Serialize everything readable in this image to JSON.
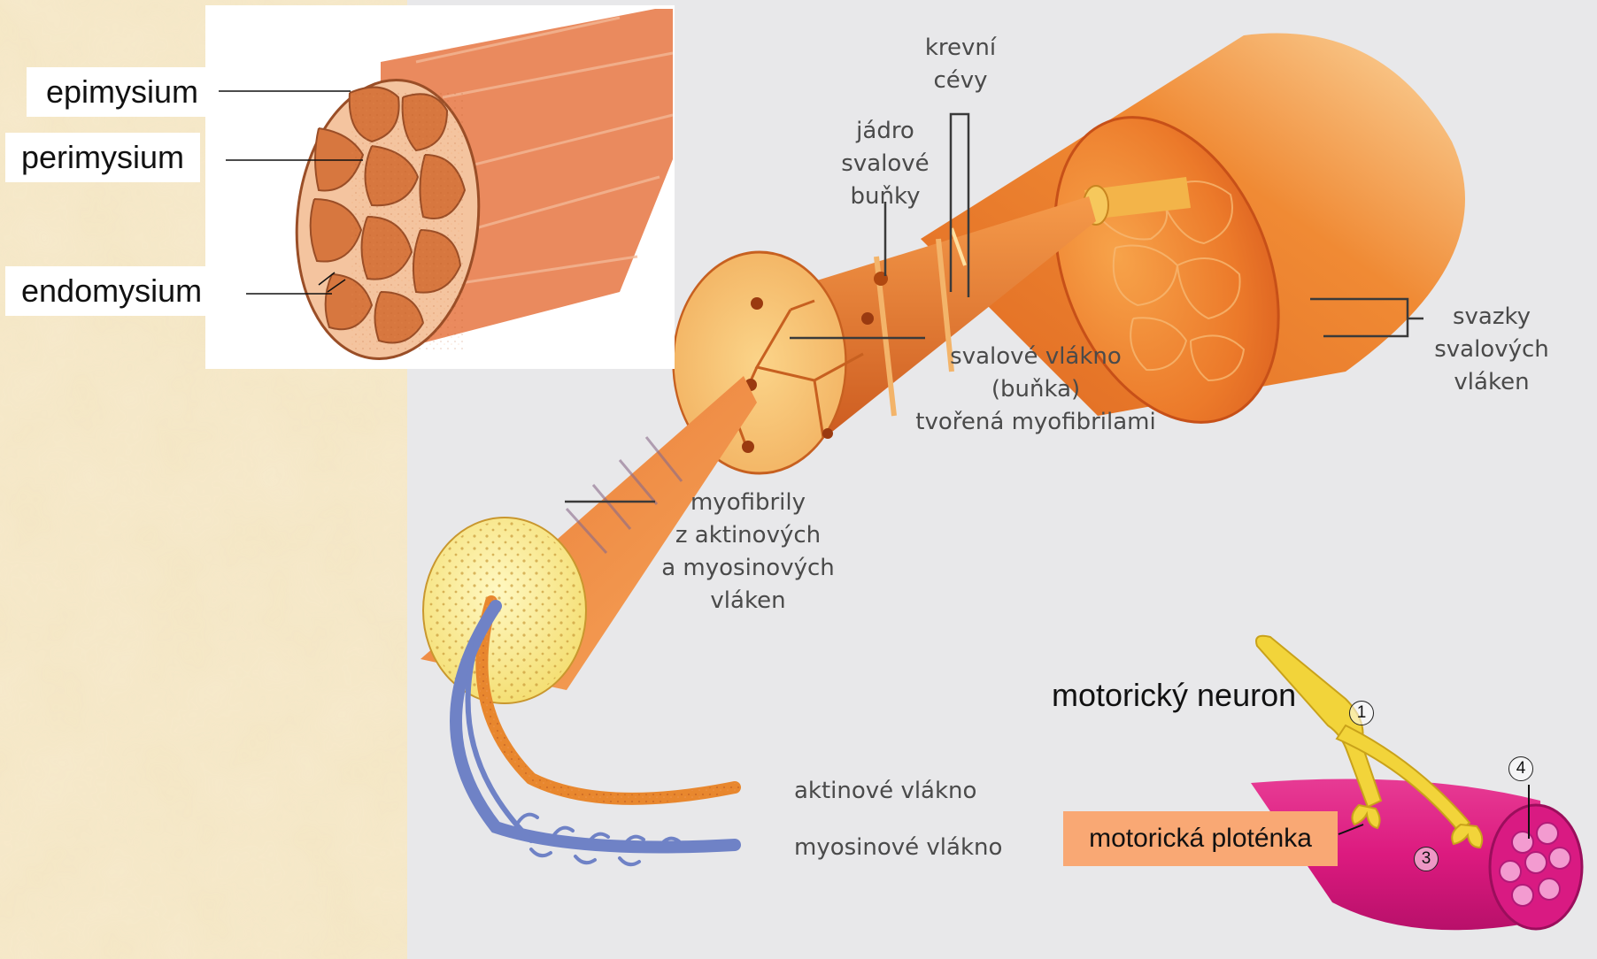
{
  "inset_labels": {
    "epimysium": "epimysium",
    "perimysium": "perimysium",
    "endomysium": "endomysium"
  },
  "main_labels": {
    "krevni_cevy": "krevní\ncévy",
    "jadro": "jádro\nsvalové\nbuňky",
    "svalove_vlakno": "svalové vlákno\n(buňka)\ntvořená myofibrilami",
    "svazky": "svazky\nsvalových\nvláken",
    "myofibrily": "myofibrily\nz aktinových\na myosinových\nvláken",
    "aktinove": "aktinové vlákno",
    "myosinove": "myosinové vlákno"
  },
  "neuron": {
    "motoricky_neuron": "motorický neuron",
    "motoricka_plotenka": "motorická ploténka",
    "markers": [
      "1",
      "3",
      "4"
    ]
  },
  "colors": {
    "parchment": "#f4e6c4",
    "panel": "#e8e8ea",
    "muscle": "#e8692a",
    "fascicle": "#d9692f",
    "myofibril": "#f6e37a",
    "myosin": "#6f82c6",
    "neuron": "#f2d43a",
    "muscle_fiber": "#e0197d",
    "plotenka_box": "#f9a874"
  }
}
